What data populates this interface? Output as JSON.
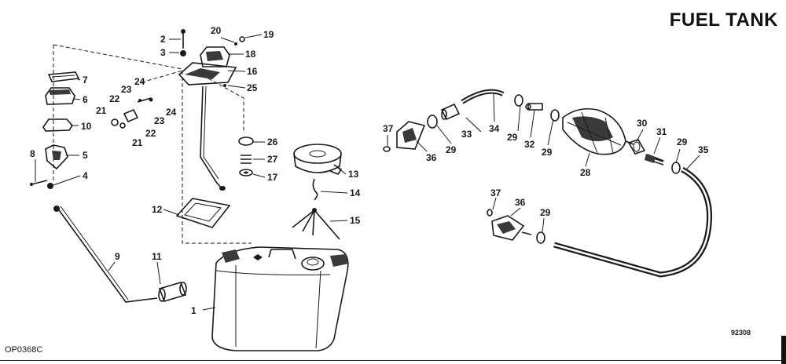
{
  "title": "FUEL TANK",
  "reference_code": "OP0368C",
  "drawing_number": "92308",
  "callouts": [
    "1",
    "2",
    "3",
    "4",
    "5",
    "6",
    "7",
    "8",
    "9",
    "10",
    "11",
    "12",
    "13",
    "14",
    "15",
    "16",
    "17",
    "18",
    "19",
    "20",
    "21",
    "21",
    "22",
    "22",
    "23",
    "23",
    "24",
    "24",
    "25",
    "26",
    "27",
    "28",
    "29",
    "29",
    "29",
    "29",
    "29",
    "30",
    "31",
    "32",
    "33",
    "34",
    "35",
    "36",
    "36",
    "37",
    "37"
  ]
}
